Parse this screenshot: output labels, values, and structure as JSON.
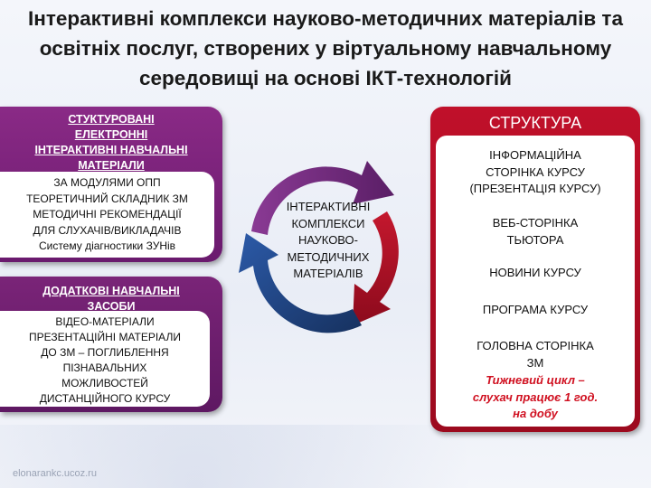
{
  "title": {
    "line1": "Інтерактивні комплекси науково-методичних матеріалів та",
    "line2": "освітніх послуг, створених у віртуальному навчальному",
    "line3": "середовищі на основі ІКТ-технологій"
  },
  "left_top": {
    "heading": [
      "СТУКТУРОВАНІ",
      "ЕЛЕКТРОННІ",
      "ІНТЕРАКТИВНІ НАВЧАЛЬНІ",
      "МАТЕРІАЛИ"
    ],
    "items": [
      "ЗА МОДУЛЯМИ ОПП",
      "ТЕОРЕТИЧНИЙ СКЛАДНИК ЗМ",
      "МЕТОДИЧНІ РЕКОМЕНДАЦІЇ",
      "ДЛЯ СЛУХАЧІВ/ВИКЛАДАЧІВ",
      "Систему діагностики ЗУНів"
    ]
  },
  "left_bottom": {
    "heading": [
      "ДОДАТКОВІ НАВЧАЛЬНІ",
      "ЗАСОБИ"
    ],
    "items": [
      "ВІДЕО-МАТЕРІАЛИ",
      "ПРЕЗЕНТАЦІЙНІ МАТЕРІАЛИ",
      "ДО ЗМ – ПОГЛИБЛЕННЯ",
      "ПІЗНАВАЛЬНИХ",
      "МОЖЛИВОСТЕЙ",
      "ДИСТАНЦІЙНОГО КУРСУ"
    ]
  },
  "center": [
    "ІНТЕРАКТИВНІ",
    "КОМПЛЕКСИ",
    "НАУКОВО-",
    "МЕТОДИЧНИХ",
    "МАТЕРІАЛІВ"
  ],
  "structure": {
    "heading": "СТРУКТУРА",
    "info_page": [
      "ІНФОРМАЦІЙНА",
      "СТОРІНКА КУРСУ",
      "(ПРЕЗЕНТАЦІЯ КУРСУ)"
    ],
    "tutor_page": [
      "ВЕБ-СТОРІНКА",
      "ТЬЮТОРА"
    ],
    "news": "НОВИНИ КУРСУ",
    "program": "ПРОГРАМА КУРСУ",
    "main_page": [
      "ГОЛОВНА СТОРІНКА",
      "ЗМ"
    ],
    "weekly_cycle": [
      "Тижневий цикл –",
      "слухач працює 1 год.",
      "на добу"
    ]
  },
  "footer": "elonarankc.ucoz.ru",
  "colors": {
    "arrow_blue": "#1e3e7a",
    "arrow_purple": "#6e2a78",
    "arrow_red": "#b0102a",
    "panel_purple": "#7a2478",
    "panel_red": "#c0102a",
    "highlight_text": "#d01020"
  }
}
